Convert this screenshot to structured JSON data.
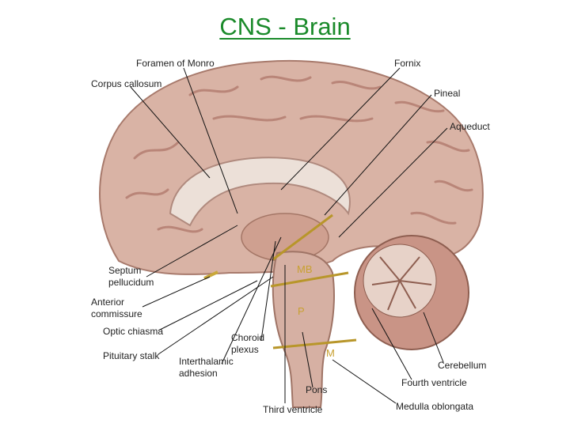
{
  "title": "CNS - Brain",
  "labels": {
    "foramen_of_monro": "Foramen of Monro",
    "fornix": "Fornix",
    "corpus_callosum": "Corpus callosum",
    "pineal": "Pineal",
    "aqueduct": "Aqueduct",
    "septum_line1": "Septum",
    "septum_line2": "pellucidum",
    "anterior_line1": "Anterior",
    "anterior_line2": "commissure",
    "optic_chiasma": "Optic chiasma",
    "pituitary_stalk": "Pituitary stalk",
    "choroid_line1": "Choroid",
    "choroid_line2": "plexus",
    "interthalamic_line1": "Interthalamic",
    "interthalamic_line2": "adhesion",
    "pons": "Pons",
    "third_ventricle": "Third ventricle",
    "medulla_oblongata": "Medulla oblongata",
    "fourth_ventricle": "Fourth ventricle",
    "cerebellum": "Cerebellum"
  },
  "zones": {
    "mb": "MB",
    "p": "P",
    "m": "M"
  },
  "colors": {
    "title": "#1a8a2a",
    "brain": "#d7b0a2",
    "gyri": "#b88478",
    "zone_line": "#b8962a"
  }
}
